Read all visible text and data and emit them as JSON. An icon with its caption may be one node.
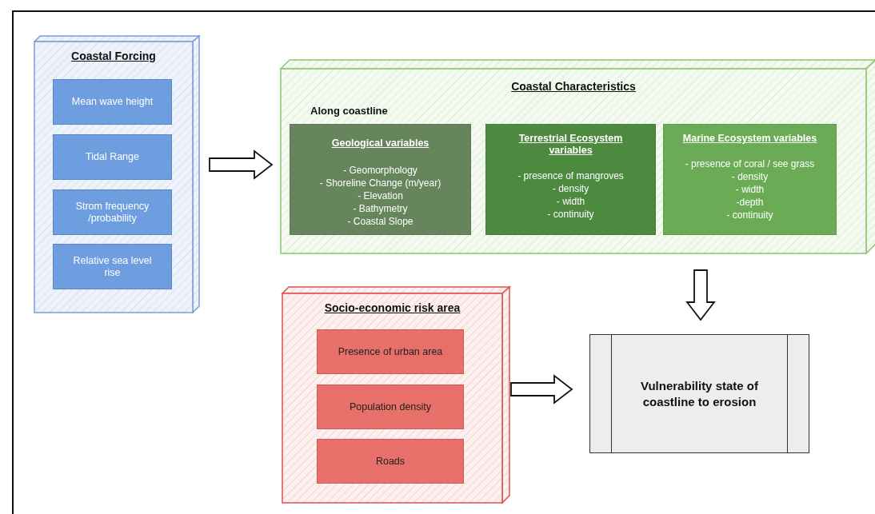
{
  "diagram": {
    "nodes": [
      {
        "text": [
          "Coastal Forcing"
        ]
      },
      {
        "text": [
          "Mean wave height"
        ],
        "in": 0
      },
      {
        "text": [
          "Tidal Range"
        ],
        "in": 0
      },
      {
        "text": [
          "Strom frequency /probability"
        ],
        "in": 0
      },
      {
        "text": [
          "Relative sea level rise"
        ],
        "in": 0
      },
      {
        "text": [
          "Coastal Characteristics",
          "Along coastline"
        ]
      },
      {
        "text": [
          "Geological variables",
          "- Geomorphology",
          "- Shoreline Change (m/year)",
          "- Elevation",
          "- Bathymetry",
          "- Coastal Slope"
        ],
        "in": 5
      },
      {
        "text": [
          "Terrestrial Ecosystem variables",
          "- presence of mangroves",
          "- density",
          "- width",
          "- continuity"
        ],
        "in": 5
      },
      {
        "text": [
          "Marine Ecosystem variables",
          "- presence of coral / see grass",
          "- density",
          "- width",
          "-depth",
          "- continuity"
        ],
        "in": 5
      },
      {
        "text": [
          "Socio-economic risk area"
        ]
      },
      {
        "text": [
          "Presence of urban area"
        ],
        "in": 9
      },
      {
        "text": [
          "Population density"
        ],
        "in": 9
      },
      {
        "text": [
          "Roads"
        ],
        "in": 9
      },
      {
        "text": [
          "Vulnerability state of coastline to erosion"
        ]
      }
    ],
    "edges": [
      {
        "from": 0,
        "to": 5,
        "arrow": "to"
      },
      {
        "from": 5,
        "to": 13,
        "arrow": "to"
      },
      {
        "from": 9,
        "to": 13,
        "arrow": "to"
      }
    ]
  }
}
